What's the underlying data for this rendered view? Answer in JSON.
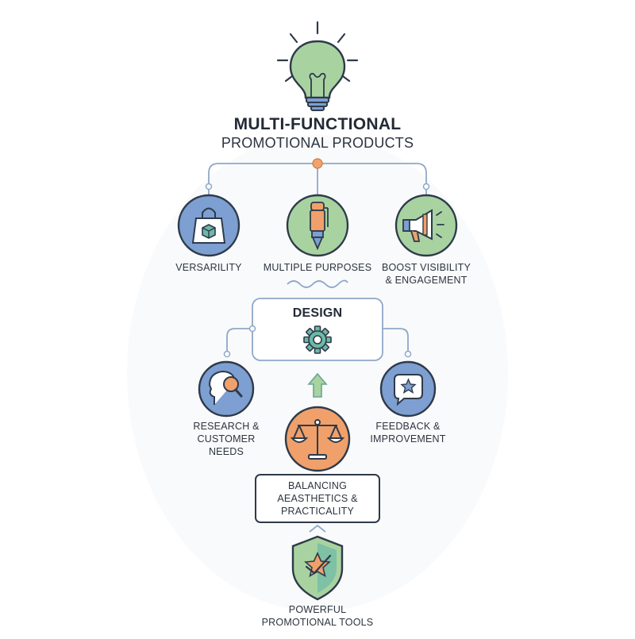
{
  "title": {
    "main": "MULTI-FUNCTIONAL",
    "sub": "PROMOTIONAL PRODUCTS"
  },
  "top_nodes": [
    {
      "label": "VERSARILITY",
      "icon": "shopping-bag-icon",
      "color": "#7d9fd1"
    },
    {
      "label": "MULTIPLE PURPOSES",
      "icon": "pen-icon",
      "color": "#a8d3a1"
    },
    {
      "label": "BOOST VISIBILITY\n& ENGAGEMENT",
      "icon": "megaphone-icon",
      "color": "#a8d3a1"
    }
  ],
  "design": {
    "label": "DESIGN",
    "icon": "gear-icon"
  },
  "side_nodes": [
    {
      "label": "RESEARCH &\nCUSTOMER\nNEEDS",
      "icon": "head-magnifier-icon",
      "color": "#7d9fd1"
    },
    {
      "label": "FEEDBACK &\nIMPROVEMENT",
      "icon": "speech-star-icon",
      "color": "#7d9fd1"
    }
  ],
  "balance": {
    "icon": "scales-icon",
    "color": "#f0a06a",
    "label": "BALANCING\nAEASTHETICS &\nPRACTICALITY"
  },
  "result": {
    "icon": "shield-star-icon",
    "label": "POWERFUL\nPROMOTIONAL TOOLS"
  },
  "colors": {
    "outline": "#2f3a4a",
    "connector": "#8fa8c8",
    "accent_dot": "#f2a36b",
    "blue": "#7d9fd1",
    "green": "#a8d3a1",
    "orange": "#f0a06a",
    "teal": "#6cb9a6"
  }
}
